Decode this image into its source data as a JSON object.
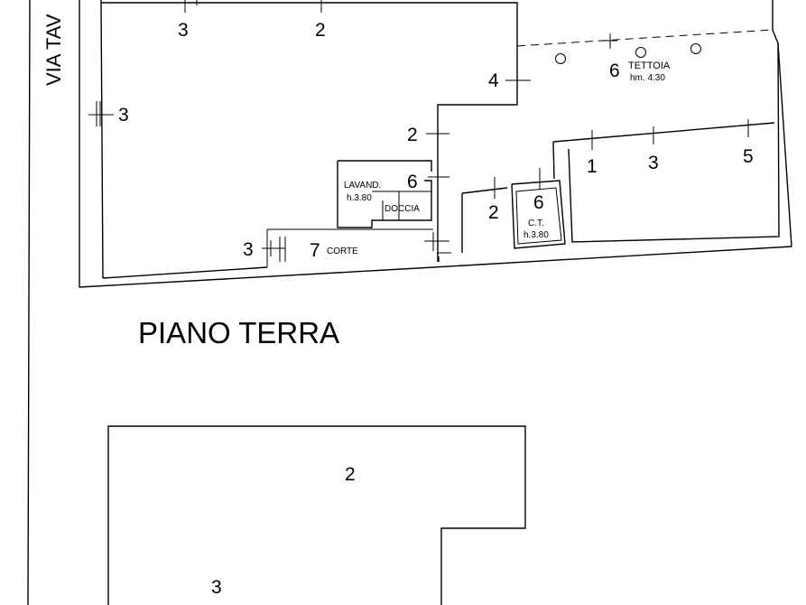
{
  "street_label": "VIA TAV",
  "floor_title": "PIANO TERRA",
  "ground_floor": {
    "wall_markers": [
      "3",
      "2",
      "3",
      "4",
      "2",
      "6",
      "3",
      "7",
      "2",
      "6",
      "1",
      "3",
      "5",
      "6"
    ],
    "rooms": {
      "tettoia_name": "TETTOIA",
      "tettoia_height": "hm. 4.30",
      "lavanderia_name": "LAVAND.",
      "lavanderia_height": "h.3.80",
      "doccia_name": "DOCCIA",
      "corte_name": "CORTE",
      "centrale_termica_name": "C.T.",
      "centrale_termica_height": "h.3.80"
    }
  },
  "second_plan": {
    "wall_markers": [
      "2",
      "3"
    ]
  }
}
